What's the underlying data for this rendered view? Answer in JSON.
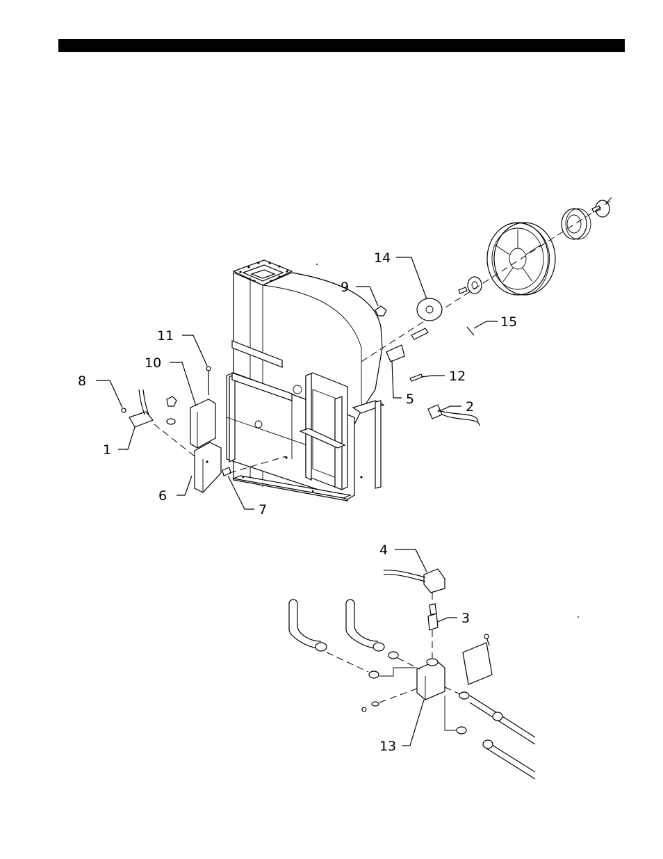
{
  "header": {
    "bar_color": "#000000"
  },
  "callouts": [
    {
      "id": "callout-1",
      "label": "1"
    },
    {
      "id": "callout-2",
      "label": "2"
    },
    {
      "id": "callout-3",
      "label": "3"
    },
    {
      "id": "callout-4",
      "label": "4"
    },
    {
      "id": "callout-5",
      "label": "5"
    },
    {
      "id": "callout-6",
      "label": "6"
    },
    {
      "id": "callout-7",
      "label": "7"
    },
    {
      "id": "callout-8",
      "label": "8"
    },
    {
      "id": "callout-9",
      "label": "9"
    },
    {
      "id": "callout-10",
      "label": "10"
    },
    {
      "id": "callout-11",
      "label": "11"
    },
    {
      "id": "callout-12",
      "label": "12"
    },
    {
      "id": "callout-13",
      "label": "13"
    },
    {
      "id": "callout-14",
      "label": "14"
    },
    {
      "id": "callout-15",
      "label": "15"
    }
  ]
}
